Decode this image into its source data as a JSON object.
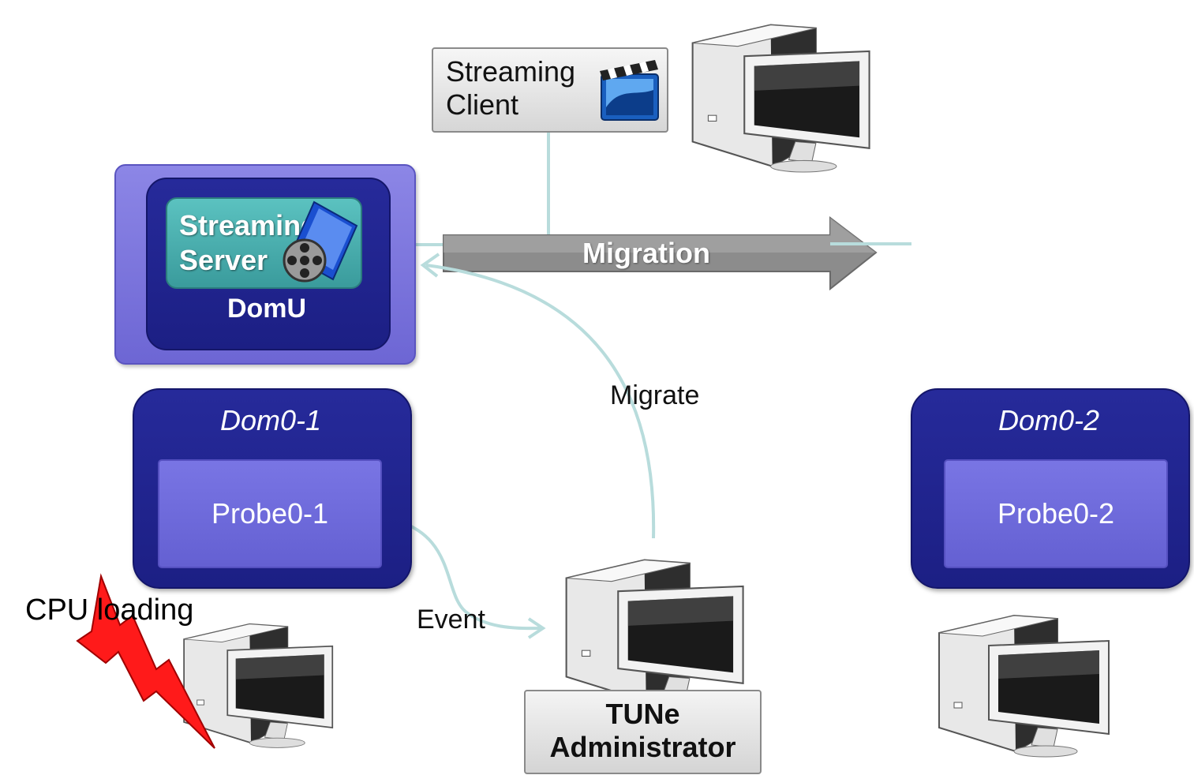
{
  "streaming_client": {
    "line1": "Streaming",
    "line2": "Client"
  },
  "streaming_server": {
    "line1": "Streaming",
    "line2": "Server"
  },
  "domu": {
    "label": "DomU"
  },
  "migration_arrow": {
    "label": "Migration"
  },
  "migrate_edge": {
    "label": "Migrate"
  },
  "event_edge": {
    "label": "Event"
  },
  "dom0_1": {
    "title": "Dom0-1",
    "probe": "Probe0-1"
  },
  "dom0_2": {
    "title": "Dom0-2",
    "probe": "Probe0-2"
  },
  "tune_admin": {
    "line1": "TUNe",
    "line2": "Administrator"
  },
  "cpu_loading": {
    "label": "CPU loading"
  },
  "icons": {
    "client_app": "clapperboard-icon",
    "server_app": "film-reel-icon",
    "computer": "desktop-computer-icon",
    "alert": "lightning-bolt-icon"
  },
  "colors": {
    "host_dark": "#1c1f84",
    "host_light": "#7974e2",
    "server_teal": "#45a9aa",
    "connector": "#b8dcdc",
    "alert_red": "#ff1a1a",
    "arrow_gray": "#8c8c8c"
  }
}
